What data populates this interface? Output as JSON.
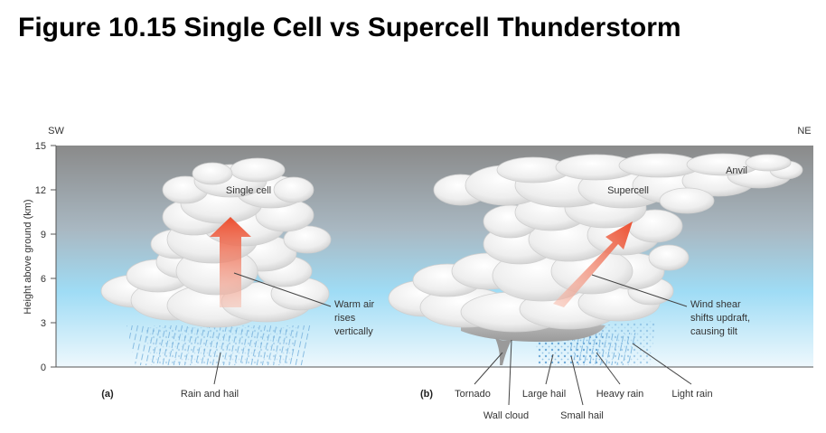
{
  "title": "Figure 10.15 Single Cell vs Supercell Thunderstorm",
  "directions": {
    "left": "SW",
    "right": "NE"
  },
  "y_axis": {
    "label": "Height above ground (km)",
    "ticks": [
      "0",
      "3",
      "6",
      "9",
      "12",
      "15"
    ]
  },
  "panel_a": {
    "letter": "(a)",
    "cloud_label": "Single cell",
    "updraft_label": [
      "Warm air",
      "rises",
      "vertically"
    ],
    "precip_label": "Rain and hail"
  },
  "panel_b": {
    "letter": "(b)",
    "cloud_label": "Supercell",
    "anvil_label": "Anvil",
    "updraft_label": [
      "Wind shear",
      "shifts updraft,",
      "causing tilt"
    ],
    "tornado_label": "Tornado",
    "wall_cloud_label": "Wall cloud",
    "large_hail_label": "Large hail",
    "small_hail_label": "Small hail",
    "heavy_rain_label": "Heavy rain",
    "light_rain_label": "Light rain"
  },
  "colors": {
    "sky_top": "#8a8a8a",
    "sky_bottom": "#e8f6fd",
    "sky_mid": "#9fdcf5",
    "cloud": "#f4f4f4",
    "arrow": "#ee5a3c",
    "rain": "#8fc4e6"
  }
}
